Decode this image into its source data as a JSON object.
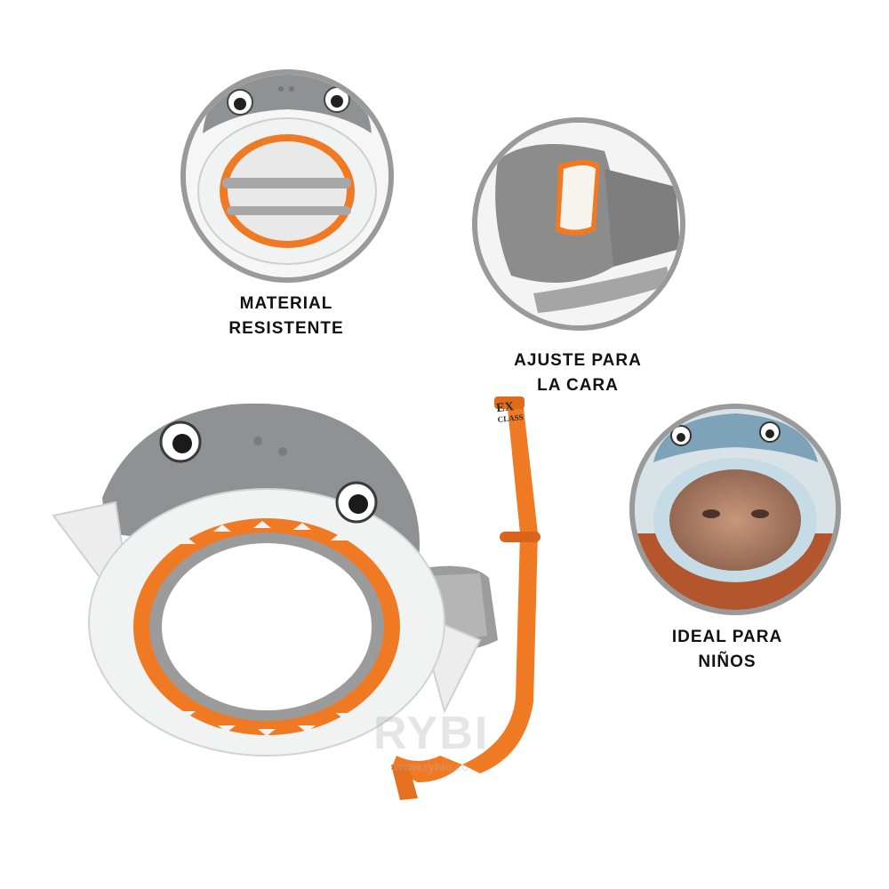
{
  "features": [
    {
      "line1": "MATERIAL",
      "line2": "RESISTENTE"
    },
    {
      "line1": "AJUSTE PARA",
      "line2": "LA CARA"
    },
    {
      "line1": "IDEAL PARA",
      "line2": "NIÑOS"
    }
  ],
  "snorkel_print": {
    "line1": "EX",
    "line2": "CLASS"
  },
  "watermark": {
    "brand": "RYBI",
    "url": "www.rybiu.co"
  },
  "colors": {
    "mask_gray": "#8f9192",
    "mask_white": "#f1f2f2",
    "orange": "#f07a24",
    "frame_gray": "#9a9a9a",
    "text": "#111111"
  }
}
